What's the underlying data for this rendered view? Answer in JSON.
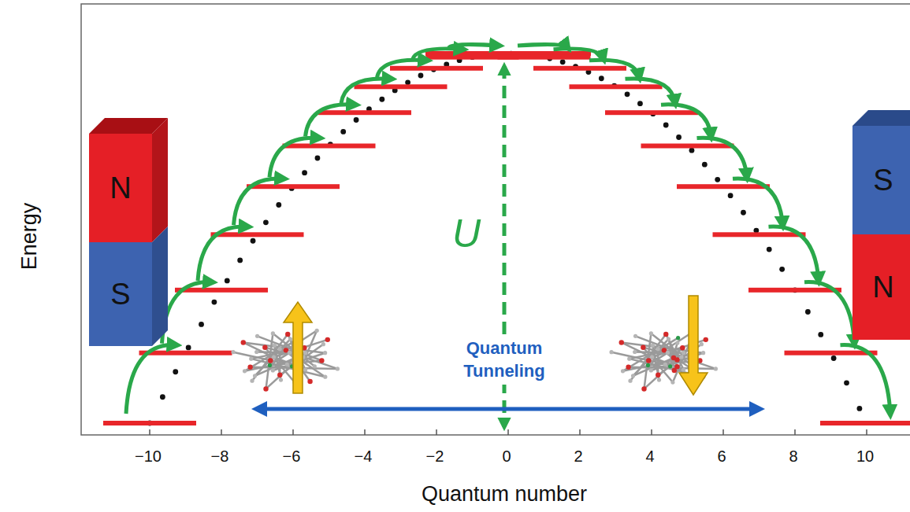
{
  "diagram": {
    "nodes": [
      {
        "text": [
          "N"
        ]
      },
      {
        "text": [
          "S"
        ]
      },
      {
        "text": [
          "S"
        ]
      },
      {
        "text": [
          "N"
        ]
      }
    ],
    "labels": [
      "Energy",
      "Quantum number",
      "−10",
      "−8",
      "−6",
      "−4",
      "−2",
      "0",
      "2",
      "4",
      "6",
      "8",
      "10",
      "U",
      "Quantum Tunneling"
    ]
  }
}
